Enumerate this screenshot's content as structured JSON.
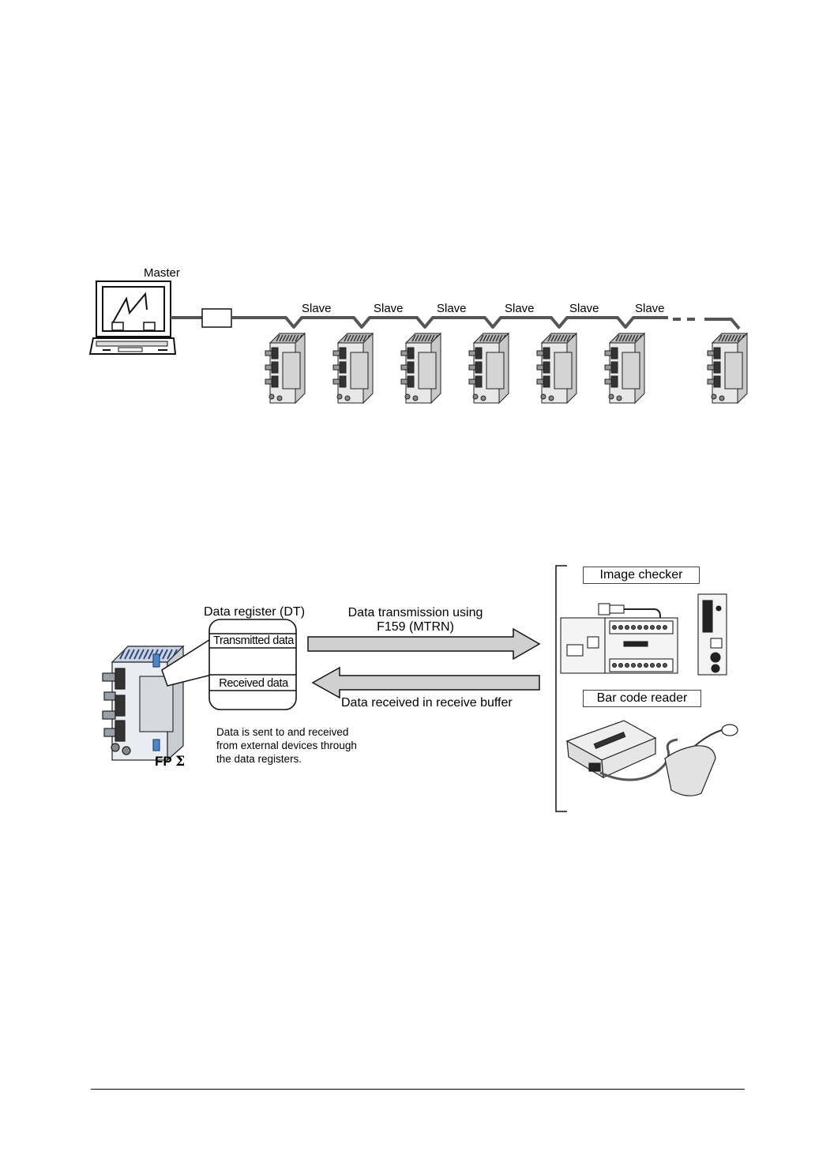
{
  "network": {
    "master_label": "Master",
    "slave_labels": [
      "Slave",
      "Slave",
      "Slave",
      "Slave",
      "Slave",
      "Slave"
    ]
  },
  "comm": {
    "data_register_title": "Data register (DT)",
    "transmitted_label": "Transmitted data",
    "received_label": "Received data",
    "send_arrow_label_line1": "Data transmission using",
    "send_arrow_label_line2": "F159 (MTRN)",
    "receive_arrow_label": "Data received in receive buffer",
    "note_line1": "Data is sent to and received",
    "note_line2": "from external devices through",
    "note_line3": "the data registers.",
    "plc_label_prefix": "FP",
    "plc_label_symbol": "Σ",
    "image_checker_label": "Image checker",
    "barcode_reader_label": "Bar code reader"
  }
}
